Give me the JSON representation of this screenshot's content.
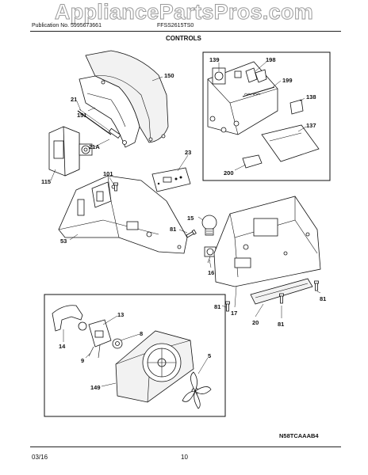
{
  "header": {
    "watermark": "AppliancePartsPros.com",
    "publication_no": "Publication No. 5995673661",
    "model": "FFSS2615TS0",
    "section": "CONTROLS"
  },
  "diagram": {
    "code": "N58TCAAAB4",
    "parts": {
      "p150": "150",
      "p21": "21",
      "p151": "151",
      "p21a": "21A",
      "p115": "115",
      "p23": "23",
      "p101": "101",
      "p53": "53",
      "p15": "15",
      "p81a": "81",
      "p16": "16",
      "p81b": "81",
      "p17": "17",
      "p20": "20",
      "p81c": "81",
      "p81d": "81",
      "p139": "139",
      "p198": "198",
      "p199": "199",
      "p138": "138",
      "p137": "137",
      "p200": "200",
      "p13": "13",
      "p8": "8",
      "p14": "14",
      "p9": "9",
      "p5": "5",
      "p149": "149"
    }
  },
  "footer": {
    "date": "03/16",
    "page": "10"
  }
}
